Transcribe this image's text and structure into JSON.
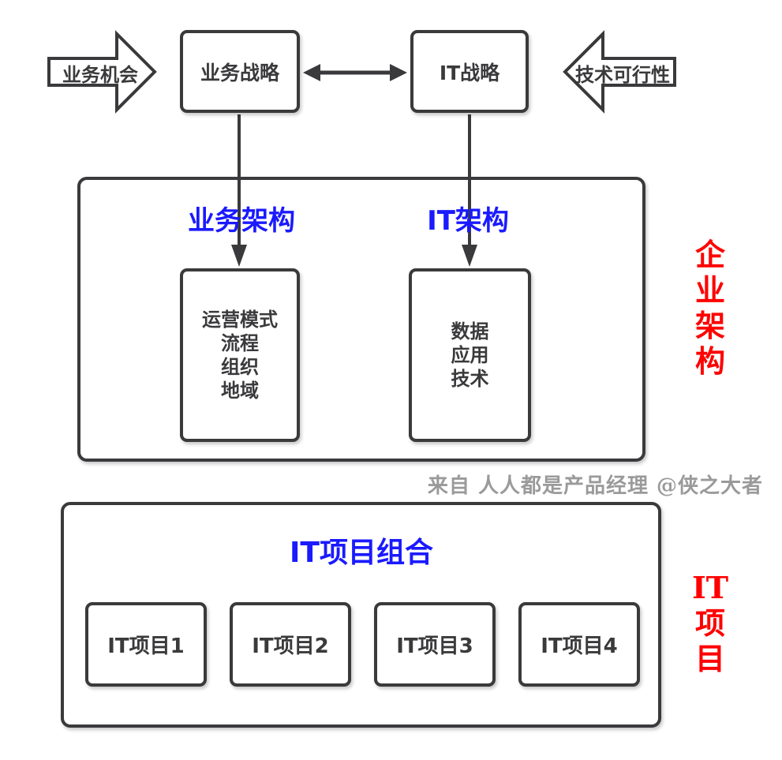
{
  "colors": {
    "outline_dark": "#3a3a3c",
    "accent_blue": "#1a1aff",
    "accent_red": "#ff0000",
    "watermark_gray": "#9a9a9a",
    "background": "#ffffff"
  },
  "top_flow": {
    "business_opportunity": "业务机会",
    "business_strategy": "业务战略",
    "it_strategy": "IT战略",
    "tech_feasibility": "技术可行性"
  },
  "enterprise_architecture": {
    "business_architecture_label": "业务架构",
    "it_architecture_label": "IT架构",
    "business_box_lines": [
      "运营模式",
      "流程",
      "组织",
      "地域"
    ],
    "it_box_lines": [
      "数据",
      "应用",
      "技术"
    ],
    "side_label_lines": [
      "企",
      "业",
      "架",
      "构"
    ]
  },
  "watermark": "来自 人人都是产品经理 @侠之大者",
  "it_projects": {
    "title": "IT项目组合",
    "projects": [
      "IT项目1",
      "IT项目2",
      "IT项目3",
      "IT项目4"
    ],
    "side_label_lines": [
      "IT",
      "项",
      "目"
    ]
  }
}
